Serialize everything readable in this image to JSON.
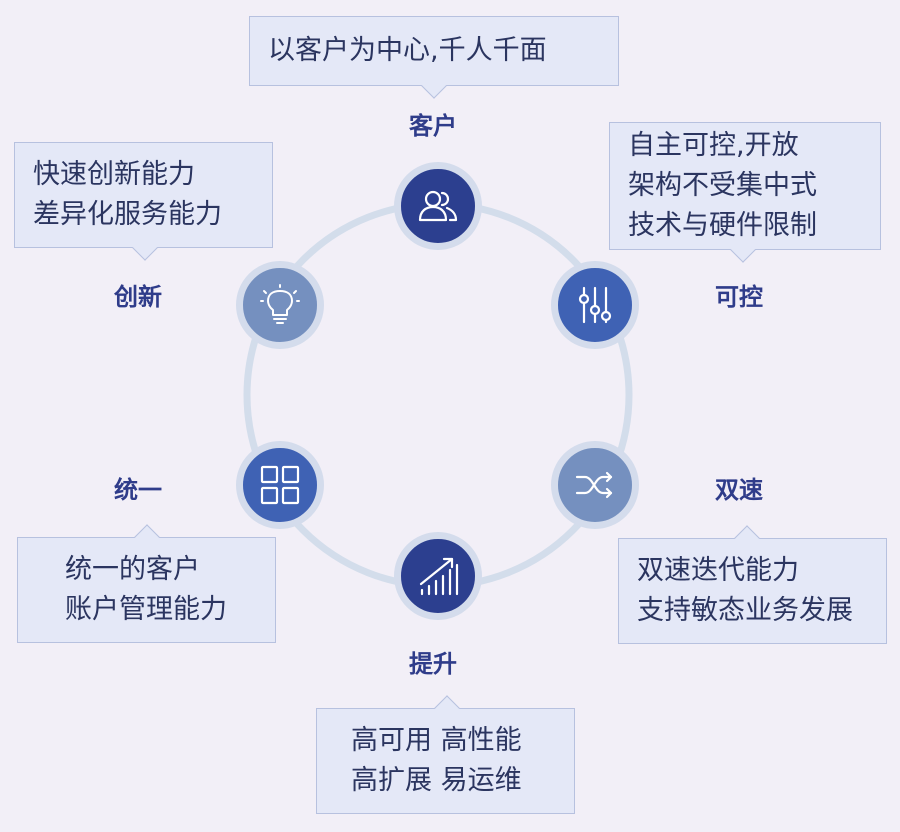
{
  "colors": {
    "dark_blue": "#2c3f8f",
    "mid_blue": "#3f62b4",
    "muted_blue": "#7590bf",
    "label": "#2f3c8a",
    "callout_bg": "#e4e8f7",
    "background": "#f2eff7"
  },
  "nodes": {
    "customer": {
      "label": "客户",
      "icon": "users-icon",
      "callout": [
        "以客户为中心,千人千面"
      ]
    },
    "control": {
      "label": "可控",
      "icon": "sliders-icon",
      "callout": [
        "自主可控,开放",
        "架构不受集中式",
        "技术与硬件限制"
      ]
    },
    "speed": {
      "label": "双速",
      "icon": "shuffle-icon",
      "callout": [
        "双速迭代能力",
        "支持敏态业务发展"
      ]
    },
    "upgrade": {
      "label": "提升",
      "icon": "growth-chart-icon",
      "callout": [
        "高可用 高性能",
        "高扩展 易运维"
      ]
    },
    "unify": {
      "label": "统一",
      "icon": "grid-icon",
      "callout": [
        "统一的客户",
        "账户管理能力"
      ]
    },
    "innovate": {
      "label": "创新",
      "icon": "lightbulb-icon",
      "callout": [
        "快速创新能力",
        "差异化服务能力"
      ]
    }
  }
}
